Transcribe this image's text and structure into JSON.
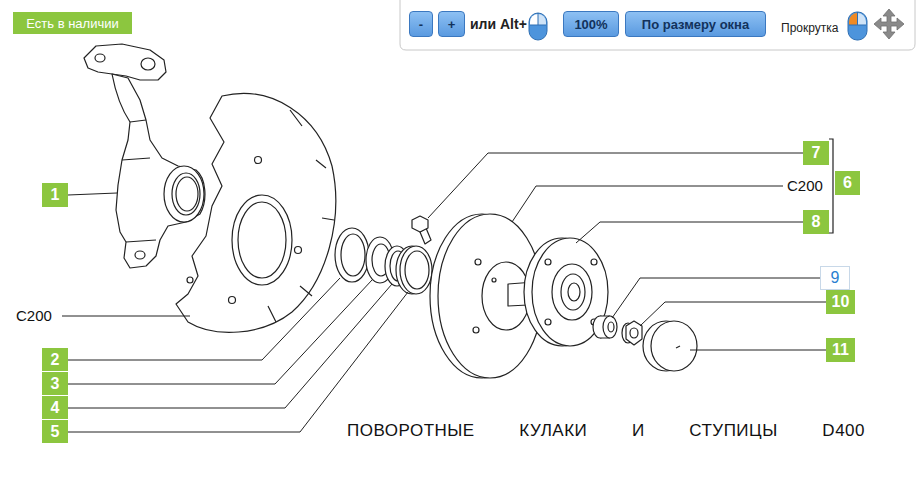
{
  "diagram": {
    "title": "ПОВОРОТНЫЕ КУЛАКИ И СТУПИЦЫ D400",
    "nodes": [
      {
        "text": [
          "Есть в наличии"
        ]
      },
      {
        "text": [
          "или Alt+",
          "Прокрутка"
        ]
      },
      {
        "text": [
          "-"
        ],
        "in": 1
      },
      {
        "text": [
          "+"
        ],
        "in": 1
      },
      {
        "text": [
          "100%"
        ],
        "in": 1
      },
      {
        "text": [
          "По размеру окна"
        ],
        "in": 1
      },
      {
        "text": [
          "1"
        ]
      },
      {
        "text": [
          "2"
        ]
      },
      {
        "text": [
          "3"
        ]
      },
      {
        "text": [
          "4"
        ]
      },
      {
        "text": [
          "5"
        ]
      },
      {
        "text": [
          "6"
        ]
      },
      {
        "text": [
          "7"
        ]
      },
      {
        "text": [
          "8"
        ]
      },
      {
        "text": [
          "9"
        ]
      },
      {
        "text": [
          "10"
        ]
      },
      {
        "text": [
          "11"
        ]
      }
    ],
    "labels": [
      "C200",
      "C200"
    ]
  }
}
